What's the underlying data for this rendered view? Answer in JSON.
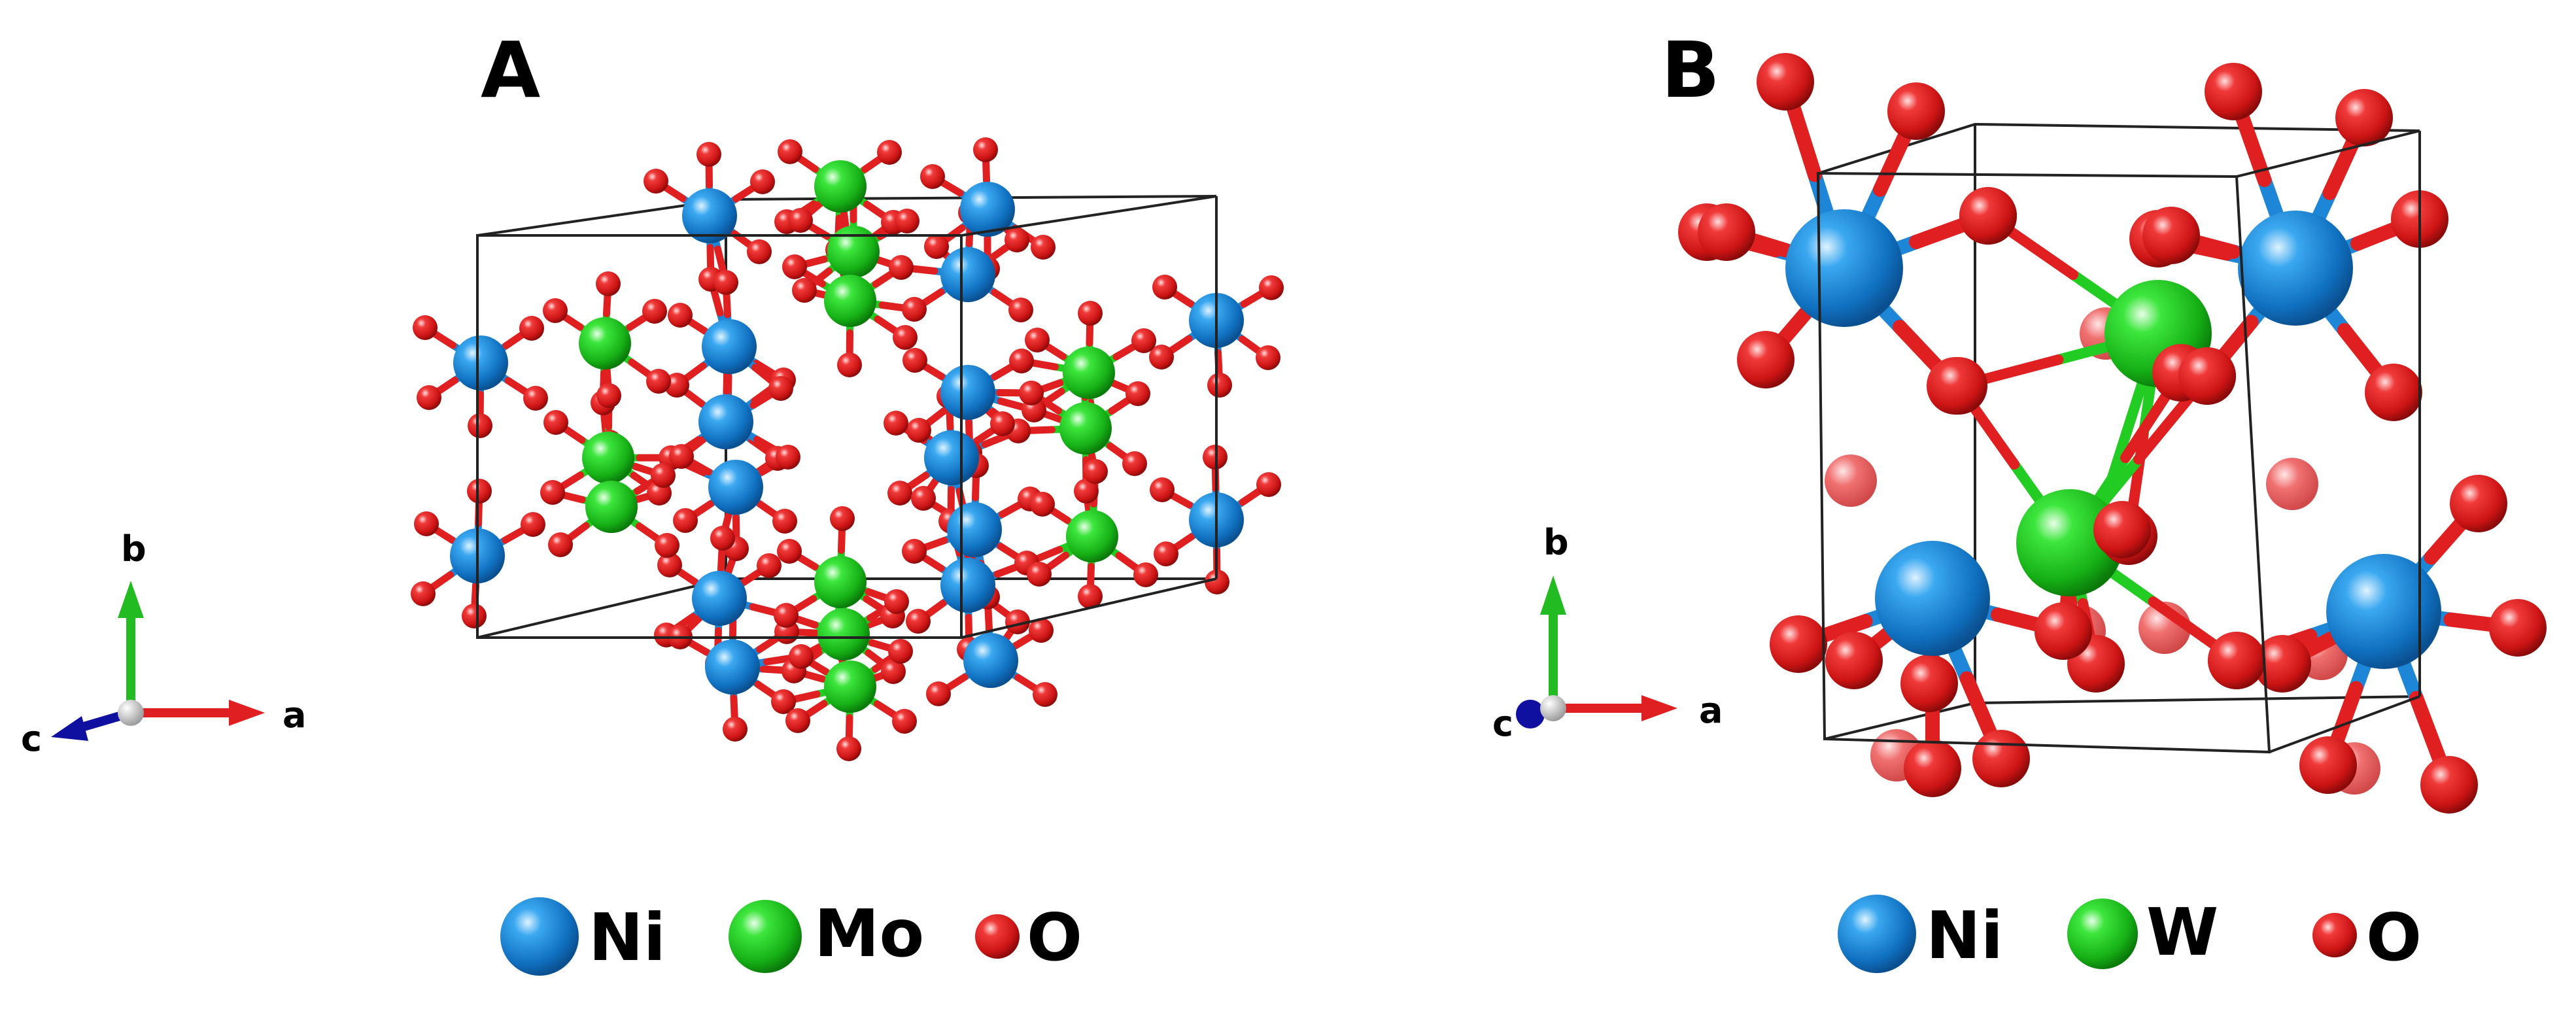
{
  "figure": {
    "panels": [
      {
        "id": "A",
        "label": "A",
        "axes": {
          "a": "a",
          "b": "b",
          "c": "c"
        },
        "legend": [
          {
            "element": "Ni",
            "color": "#1e86d6"
          },
          {
            "element": "Mo",
            "color": "#22cc22"
          },
          {
            "element": "O",
            "color": "#e02020"
          }
        ]
      },
      {
        "id": "B",
        "label": "B",
        "axes": {
          "a": "a",
          "b": "b",
          "c": "c"
        },
        "legend": [
          {
            "element": "Ni",
            "color": "#1e86d6"
          },
          {
            "element": "W",
            "color": "#22cc22"
          },
          {
            "element": "O",
            "color": "#e02020"
          }
        ]
      }
    ],
    "colors": {
      "ni": "#1e86d6",
      "metal": "#22cc22",
      "oxygen": "#e02020",
      "axis_a": "#e02020",
      "axis_b": "#22bb22",
      "axis_c": "#1010a0",
      "cell_edge": "#222222"
    }
  }
}
